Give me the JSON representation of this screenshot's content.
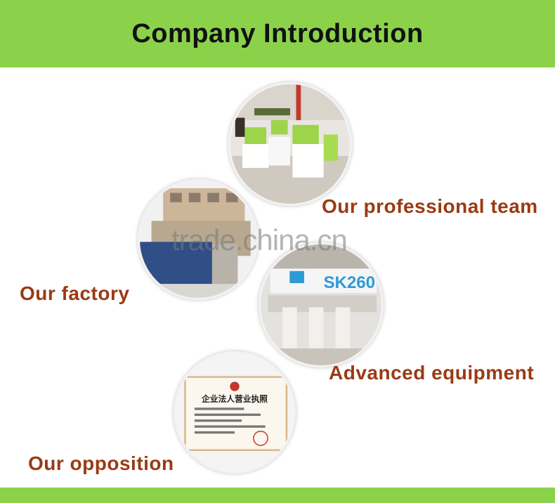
{
  "header": {
    "title": "Company Introduction"
  },
  "sections": {
    "team": {
      "label": "Our professional team"
    },
    "factory": {
      "label": "Our factory"
    },
    "equipment": {
      "label": "Advanced equipment",
      "machine_badge": "SK260"
    },
    "certificate": {
      "label": "Our opposition",
      "doc_title": "企业法人营业执照"
    }
  },
  "watermark": {
    "text": "trade.china.cn"
  },
  "colors": {
    "band": "#8bd24a",
    "caption": "#9a3a14",
    "title": "#111111"
  }
}
